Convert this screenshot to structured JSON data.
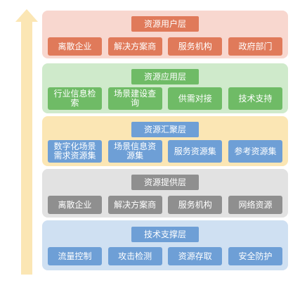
{
  "colors": {
    "arrow": "#fbe6b4",
    "user_bg": "#f8d7cf",
    "user_accent": "#e07a5a",
    "app_bg": "#cfeacb",
    "app_accent": "#6fbb66",
    "aggregation_bg": "#fbe6b4",
    "aggregation_accent": "#6e9fd6",
    "supply_bg": "#e2e2e2",
    "supply_accent": "#8f8f8f",
    "tech_bg": "#cfe0f2",
    "tech_accent": "#6e9fd6"
  },
  "layers": {
    "user": {
      "title": "资源用户层",
      "items": [
        "离散企业",
        "解决方案商",
        "服务机构",
        "政府部门"
      ]
    },
    "application": {
      "title": "资源应用层",
      "items": [
        "行业信息检索",
        "场景建设查询",
        "供需对接",
        "技术支持"
      ]
    },
    "aggregation": {
      "title": "资源汇聚层",
      "items": [
        "数字化场景需求资源集",
        "场景信息资源集",
        "服务资源集",
        "参考资源集"
      ]
    },
    "supply": {
      "title": "资源提供层",
      "items": [
        "离散企业",
        "解决方案商",
        "服务机构",
        "网络资源"
      ]
    },
    "tech": {
      "title": "技术支撑层",
      "items": [
        "流量控制",
        "攻击检测",
        "资源存取",
        "安全防护"
      ]
    }
  }
}
